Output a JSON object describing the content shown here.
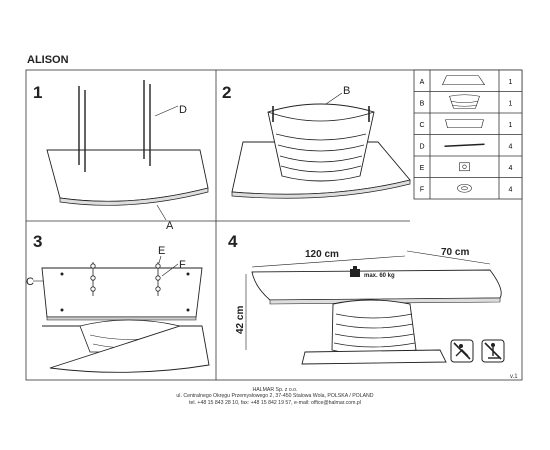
{
  "title": "ALISON",
  "steps": [
    "1",
    "2",
    "3",
    "4"
  ],
  "callouts": {
    "step1": [
      "D",
      "A"
    ],
    "step2": [
      "B"
    ],
    "step3": [
      "C",
      "E",
      "F"
    ]
  },
  "parts": [
    {
      "letter": "A",
      "qty": "1",
      "icon": "tabletop-icon"
    },
    {
      "letter": "B",
      "qty": "1",
      "icon": "base-icon"
    },
    {
      "letter": "C",
      "qty": "1",
      "icon": "glass-pane-icon"
    },
    {
      "letter": "D",
      "qty": "4",
      "icon": "support-rod-icon"
    },
    {
      "letter": "E",
      "qty": "4",
      "icon": "nut-icon"
    },
    {
      "letter": "F",
      "qty": "4",
      "icon": "pad-icon"
    }
  ],
  "dimensions": {
    "length": "120 cm",
    "width": "70 cm",
    "height": "42 cm",
    "max_load": "max. 60 kg"
  },
  "footer": {
    "company": "HALMAR Sp. z o.o.",
    "address": "ul. Centralnego Okręgu Przemysłowego 2, 37-450 Stalowa Wola, POLSKA / POLAND",
    "contact": "tel. +48 15 843 28 10, fax: +48 15 842 19 57, e-mail: office@halmar.com.pl"
  },
  "version": "v.1"
}
